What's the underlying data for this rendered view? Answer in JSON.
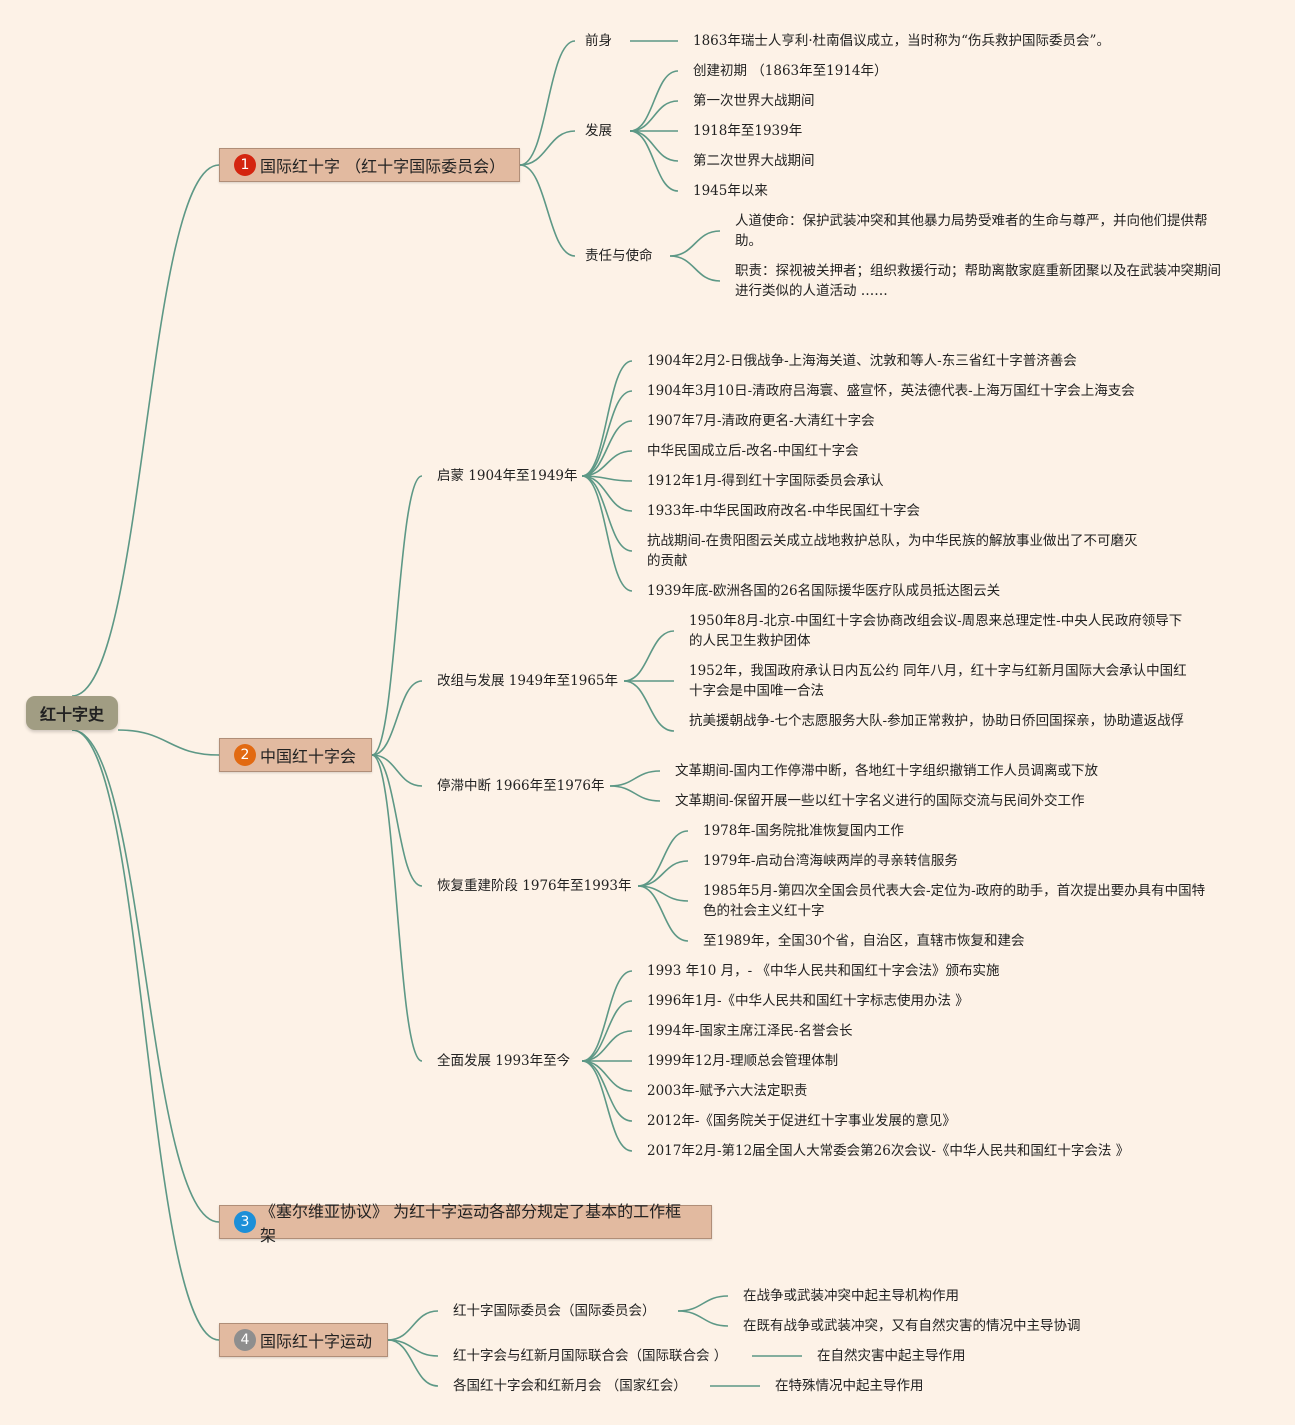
{
  "root": {
    "label": "红十字史"
  },
  "topics": [
    {
      "number": "1",
      "badge_color": "#d4250f",
      "label": "国际红十字 （红十字国际委员会）",
      "children": [
        {
          "label": "前身",
          "children": [
            "1863年瑞士人亨利·杜南倡议成立，当时称为“伤兵救护国际委员会”。"
          ]
        },
        {
          "label": "发展",
          "children": [
            "创建初期 （1863年至1914年）",
            "第一次世界大战期间",
            "1918年至1939年",
            "第二次世界大战期间",
            "1945年以来"
          ]
        },
        {
          "label": "责任与使命",
          "children": [
            "人道使命：保护武装冲突和其他暴力局势受难者的生命与尊严，并向他们提供帮助。",
            "职责：探视被关押者；组织救援行动；帮助离散家庭重新团聚以及在武装冲突期间进行类似的人道活动 ……"
          ]
        }
      ]
    },
    {
      "number": "2",
      "badge_color": "#e26a12",
      "label": "中国红十字会",
      "children": [
        {
          "label": "启蒙 1904年至1949年",
          "children": [
            "1904年2月2-日俄战争-上海海关道、沈敦和等人-东三省红十字普济善会",
            "1904年3月10日-清政府吕海寰、盛宣怀，英法德代表-上海万国红十字会上海支会",
            "1907年7月-清政府更名-大清红十字会",
            "中华民国成立后-改名-中国红十字会",
            "1912年1月-得到红十字国际委员会承认",
            "1933年-中华民国政府改名-中华民国红十字会",
            "抗战期间-在贵阳图云关成立战地救护总队，为中华民族的解放事业做出了不可磨灭的贡献",
            "1939年底-欧洲各国的26名国际援华医疗队成员抵达图云关"
          ]
        },
        {
          "label": "改组与发展 1949年至1965年",
          "children": [
            "1950年8月-北京-中国红十字会协商改组会议-周恩来总理定性-中央人民政府领导下的人民卫生救护团体",
            "1952年，我国政府承认日内瓦公约 同年八月，红十字与红新月国际大会承认中国红十字会是中国唯一合法",
            "抗美援朝战争-七个志愿服务大队-参加正常救护，协助日侨回国探亲，协助遣返战俘"
          ]
        },
        {
          "label": "停滞中断 1966年至1976年",
          "children": [
            "文革期间-国内工作停滞中断，各地红十字组织撤销工作人员调离或下放",
            "文革期间-保留开展一些以红十字名义进行的国际交流与民间外交工作"
          ]
        },
        {
          "label": "恢复重建阶段 1976年至1993年",
          "children": [
            "1978年-国务院批准恢复国内工作",
            "1979年-启动台湾海峡两岸的寻亲转信服务",
            "1985年5月-第四次全国会员代表大会-定位为-政府的助手，首次提出要办具有中国特色的社会主义红十字",
            "至1989年，全国30个省，自治区，直辖市恢复和建会"
          ]
        },
        {
          "label": "全面发展 1993年至今",
          "children": [
            "1993 年10 月，- 《中华人民共和国红十字会法》颁布实施",
            "1996年1月-《中华人民共和国红十字标志使用办法 》",
            "1994年-国家主席江泽民-名誉会长",
            "1999年12月-理顺总会管理体制",
            "2003年-赋予六大法定职责",
            "2012年-《国务院关于促进红十字事业发展的意见》",
            "2017年2月-第12届全国人大常委会第26次会议-《中华人民共和国红十字会法 》"
          ]
        }
      ]
    },
    {
      "number": "3",
      "badge_color": "#1c8fd8",
      "label": "《塞尔维亚协议》 为红十字运动各部分规定了基本的工作框架",
      "children": []
    },
    {
      "number": "4",
      "badge_color": "#8e8e8e",
      "label": "国际红十字运动",
      "children": [
        {
          "label": "红十字国际委员会（国际委员会）",
          "children": [
            "在战争或武装冲突中起主导机构作用",
            "在既有战争或武装冲突，又有自然灾害的情况中主导协调"
          ]
        },
        {
          "label": "红十字会与红新月国际联合会（国际联合会 ）",
          "children": [
            "在自然灾害中起主导作用"
          ]
        },
        {
          "label": "各国红十字会和红新月会 （国家红会）",
          "children": [
            "在特殊情况中起主导作用"
          ]
        }
      ]
    }
  ],
  "colors": {
    "line": "#5d9886",
    "background": "#fdf2e7",
    "root_fill": "#a19d83",
    "topic_fill": "#e2baa0"
  }
}
